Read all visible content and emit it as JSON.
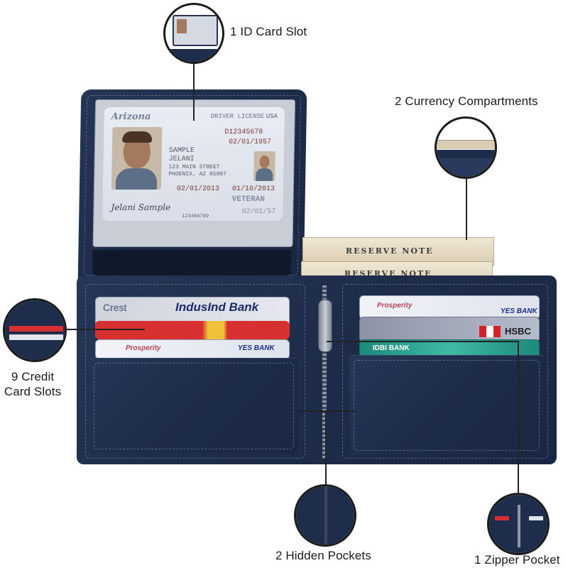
{
  "labels": {
    "id_card_slot": "1 ID Card Slot",
    "currency": "2 Currency Compartments",
    "credit_card_slots": "9 Credit\nCard Slots",
    "hidden_pockets": "2 Hidden Pockets",
    "zipper_pocket": "1 Zipper Pocket"
  },
  "id_card": {
    "state": "Arizona",
    "type": "DRIVER LICENSE",
    "country": "USA",
    "dl": "D12345678",
    "dob": "02/01/1957",
    "name1": "SAMPLE",
    "name2": "JELANI",
    "address1": "123 MAIN STREET",
    "address2": "PHOENIX, AZ 85007",
    "iss": "02/01/2013",
    "exp": "01/10/2013",
    "veteran": "VETERAN",
    "signature": "Jelani Sample",
    "small_date": "02/01/57",
    "number": "123456789"
  },
  "cash": {
    "note_text": "RESERVE      NOTE"
  },
  "cards": {
    "left_top_brand": "Crest",
    "left_top_bank": "IndusInd Bank",
    "left_bottom_bank": "YES BANK",
    "right_1_bank": "YES BANK",
    "right_2_bank": "HSBC",
    "right_3_bank": "IDBI BANK",
    "prosperity": "Prosperity"
  },
  "colors": {
    "leather": "#1e2d4b",
    "background": "#ffffff",
    "label_text": "#1a1a1a"
  }
}
